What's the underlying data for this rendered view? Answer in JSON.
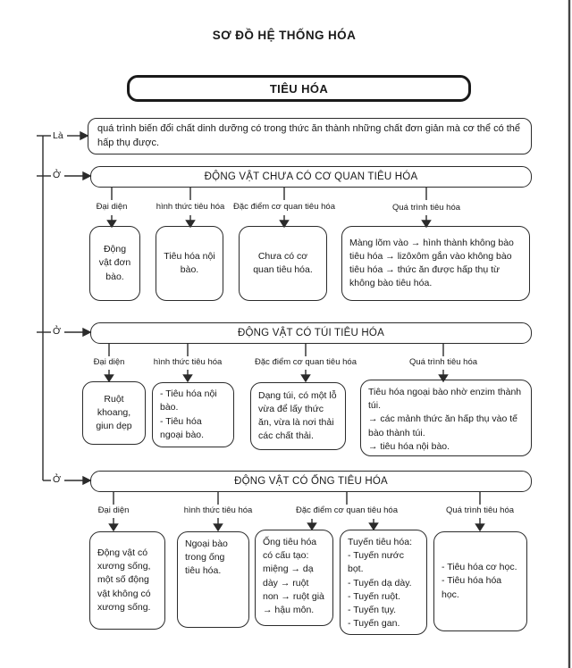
{
  "title": "SƠ ĐỒ HỆ THỐNG HÓA",
  "root_label": "TIÊU HÓA",
  "branches": {
    "la": "Là",
    "o": "Ở"
  },
  "definition": "quá trình biến đổi chất dinh dưỡng có trong thức ăn thành những chất đơn giản mà cơ thể có thể hấp thụ được.",
  "sections": [
    {
      "header": "ĐỘNG VẬT CHƯA CÓ CƠ QUAN TIÊU HÓA",
      "labels": [
        "Đại diện",
        "hình thức tiêu hóa",
        "Đặc điểm cơ quan tiêu hóa",
        "Quá trình tiêu hóa"
      ],
      "boxes": [
        "Động vật đơn bào.",
        "Tiêu hóa nội bào.",
        "Chưa có cơ quan tiêu hóa.",
        "Màng lõm vào → hình thành không bào tiêu hóa → lizôxôm gắn vào không bào tiêu hóa → thức ăn được hấp thụ từ không bào tiêu hóa."
      ]
    },
    {
      "header": "ĐỘNG VẬT CÓ TÚI TIÊU HÓA",
      "labels": [
        "Đại diện",
        "hình thức tiêu hóa",
        "Đặc điểm cơ quan tiêu hóa",
        "Quá trình tiêu hóa"
      ],
      "boxes": [
        "Ruột khoang, giun dẹp",
        "- Tiêu hóa nội bào.\n- Tiêu hóa ngoại bào.",
        "Dạng túi, có một lỗ vừa để lấy thức ăn, vừa là nơi thải các chất thải.",
        "Tiêu hóa ngoại bào nhờ enzim thành túi.\n→ các mảnh thức ăn hấp thụ vào tế bào thành túi.\n→ tiêu hóa nội bào."
      ]
    },
    {
      "header": "ĐỘNG VẬT CÓ ỐNG TIÊU HÓA",
      "labels": [
        "Đại diện",
        "hình thức tiêu hóa",
        "Đặc điểm cơ quan tiêu hóa",
        "Quá trình tiêu hóa"
      ],
      "boxes": [
        "Động vật có xương sống, một số động vật không có xương sống.",
        "Ngoại bào trong ống tiêu hóa.",
        "Ống tiêu hóa có cấu tạo:\nmiệng → dạ dày → ruột non → ruột già → hậu môn.",
        "Tuyến tiêu hóa:\n- Tuyến nước bọt.\n- Tuyến dạ dày.\n- Tuyến ruột.\n- Tuyến tụy.\n- Tuyến gan.",
        "- Tiêu hóa cơ học.\n- Tiêu hóa hóa học."
      ]
    }
  ],
  "colors": {
    "ink": "#1a1a1a",
    "line": "#2b2b2b",
    "page_edge": "#444444"
  }
}
